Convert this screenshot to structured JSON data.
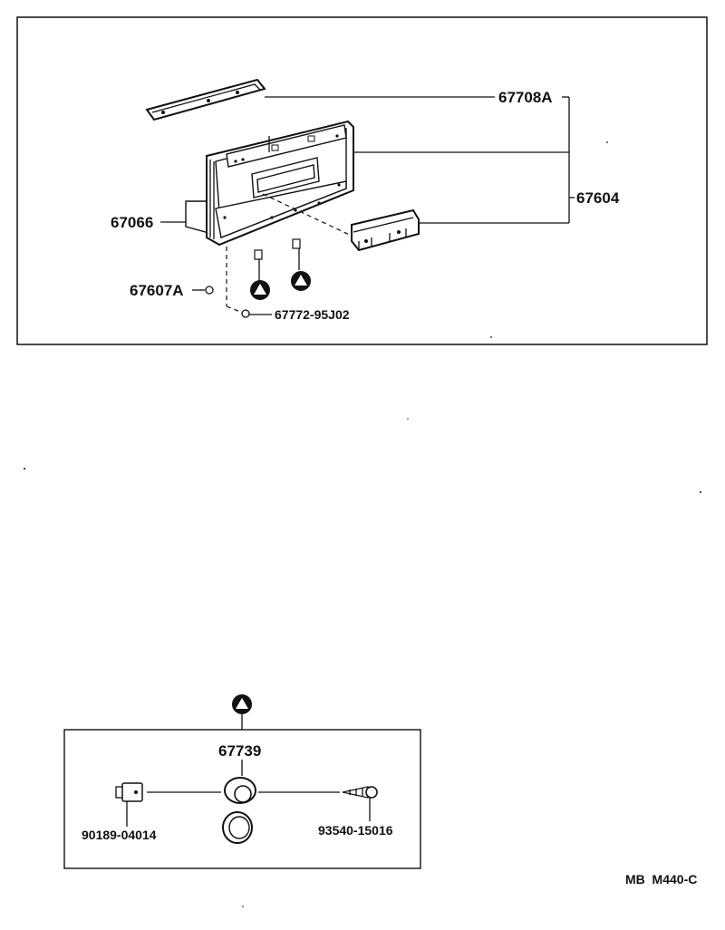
{
  "top_panel": {
    "labels": {
      "p67708A": "67708A",
      "p67604": "67604",
      "p67066": "67066",
      "p67607A": "67607A",
      "p67772": "67772-95J02"
    }
  },
  "detail_panel": {
    "labels": {
      "p67739": "67739",
      "p90189": "90189-04014",
      "p93540": "93540-15016"
    }
  },
  "footer": {
    "code": "MB  M440-C"
  }
}
